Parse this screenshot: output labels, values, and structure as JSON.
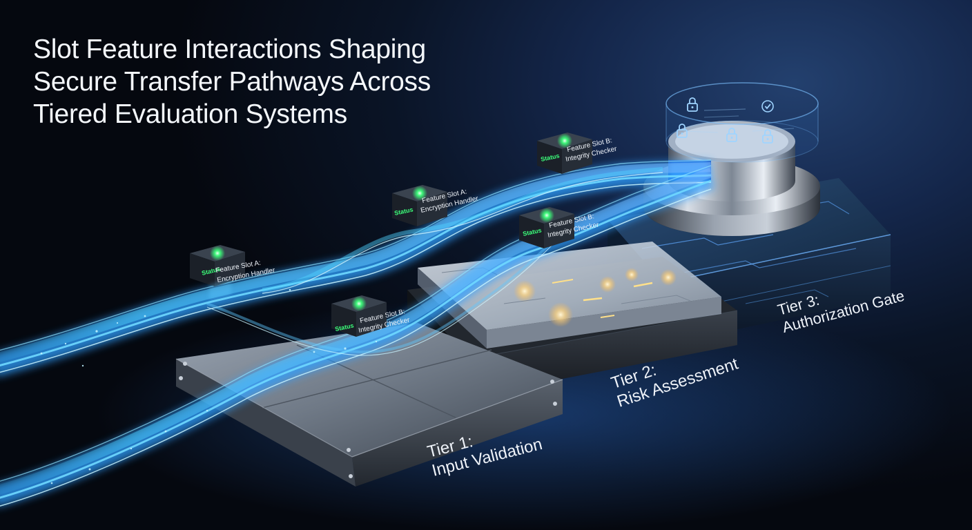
{
  "title_lines": [
    "Slot Feature Interactions Shaping",
    "Secure Transfer Pathways Across",
    "Tiered Evaluation Systems"
  ],
  "tiers": [
    {
      "label_line1": "Tier 1:",
      "label_line2": "Input Validation"
    },
    {
      "label_line1": "Tier 2:",
      "label_line2": "Risk Assessment"
    },
    {
      "label_line1": "Tier 3:",
      "label_line2": "Authorization Gate"
    }
  ],
  "feature_slots": [
    {
      "badge": "Status",
      "line1": "Feature Slot A:",
      "line2": "Encryption Handler"
    },
    {
      "badge": "Status",
      "line1": "Feature Slot A:",
      "line2": "Encryption Handler"
    },
    {
      "badge": "Status",
      "line1": "Feature Slot B:",
      "line2": "Integrity Checker"
    },
    {
      "badge": "Status",
      "line1": "Feature Slot B:",
      "line2": "Integrity Checker"
    },
    {
      "badge": "Status",
      "line1": "Feature Slot B:",
      "line2": "Integrity Checker"
    }
  ],
  "colors": {
    "background_glow": "#23406e",
    "stream": "#4fd3ff",
    "stream_core": "#c9f4ff",
    "status_led": "#3cff7a",
    "tier1_plate": "#6f7986",
    "tier2_plate": "#cfd8e4",
    "tier3_plate": "#1d3a5e"
  },
  "icons": {
    "lock": "lock-icon",
    "check": "checkmark-icon",
    "led": "status-led-icon"
  }
}
